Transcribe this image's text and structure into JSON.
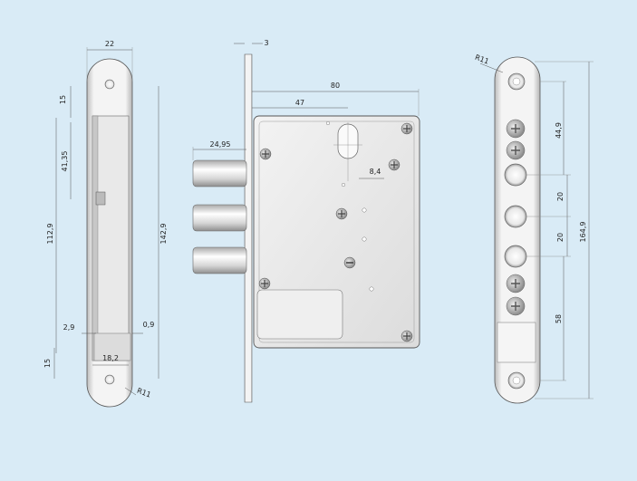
{
  "drawing": {
    "colors": {
      "background": "#d9ebf6",
      "metal_light": "#f2f2f2",
      "metal_mid": "#cfcfcf",
      "metal_dark": "#9a9a9a",
      "line": "#555555"
    },
    "left_view": {
      "labels": {
        "width": "22",
        "top_offset": "15",
        "a": "41,35",
        "b": "112,9",
        "c": "142,9",
        "d": "2,9",
        "e": "0,9",
        "bottom_offset": "15",
        "f": "18,2",
        "radius": "R11"
      }
    },
    "center_view": {
      "labels": {
        "plate_thickness": "3",
        "overall": "80",
        "backset": "47",
        "bolt": "24,95",
        "slot": "8,4"
      }
    },
    "right_view": {
      "labels": {
        "radius": "R11",
        "a": "44,9",
        "b": "20",
        "c": "20",
        "d": "58",
        "overall": "164,9"
      }
    }
  }
}
